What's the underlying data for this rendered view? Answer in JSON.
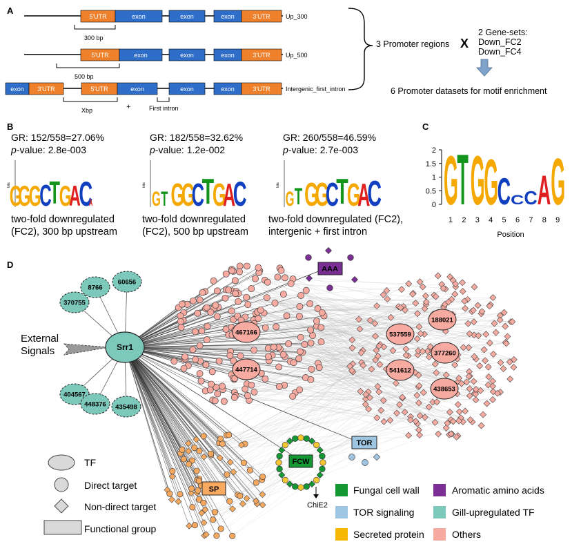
{
  "panel_labels": {
    "a": "A",
    "b": "B",
    "c": "C",
    "d": "D"
  },
  "panel_a": {
    "rows": [
      {
        "name": "Up_300",
        "segments": [
          "5'UTR",
          "exon",
          "exon",
          "exon",
          "3'UTR"
        ],
        "bracket_label": "300 bp"
      },
      {
        "name": "Up_500",
        "segments": [
          "5'UTR",
          "exon",
          "exon",
          "exon",
          "3'UTR"
        ],
        "bracket_label": "500 bp"
      },
      {
        "name": "Intergenic_first_intron",
        "segments": [
          "exon",
          "3'UTR",
          "5'UTR",
          "exon",
          "exon",
          "exon",
          "3'UTR"
        ],
        "bracket_label": "Xbp",
        "plus": "+",
        "intron_label": "First intron"
      }
    ],
    "promoter_regions": "3 Promoter regions",
    "cross": "X",
    "gene_sets_title": "2 Gene-sets:",
    "gene_sets": [
      "Down_FC2",
      "Down_FC4"
    ],
    "result": "6 Promoter datasets for motif enrichment",
    "colors": {
      "utr": "#f0812c",
      "exon": "#2f6ec8"
    }
  },
  "panel_b": {
    "motifs": [
      {
        "gr": "GR: 152/558=27.06%",
        "p_prefix": "p",
        "p_value": "-value: 2.8e-003",
        "caption_1": "two-fold downregulated",
        "caption_2": "(FC2), 300 bp upstream",
        "axis_label": "bits"
      },
      {
        "gr": "GR: 182/558=32.62%",
        "p_prefix": "p",
        "p_value": "-value: 1.2e-002",
        "caption_1": "two-fold downregulated",
        "caption_2": "(FC2), 500 bp upstream",
        "axis_label": "bits"
      },
      {
        "gr": "GR: 260/558=46.59%",
        "p_prefix": "p",
        "p_value": "-value: 2.7e-003",
        "caption_1": "two-fold downregulated (FC2),",
        "caption_2": "intergenic + first intron",
        "axis_label": "bits"
      }
    ]
  },
  "chart_data": {
    "type": "sequence-logo",
    "xlabel": "Position",
    "ylim": [
      0,
      2
    ],
    "yticks": [
      "0",
      "0.5",
      "1",
      "1.5",
      "2"
    ],
    "positions": [
      "1",
      "2",
      "3",
      "4",
      "5",
      "6",
      "7",
      "8",
      "9"
    ],
    "letters": [
      {
        "letter": "G",
        "bits": 1.85
      },
      {
        "letter": "T",
        "bits": 1.9
      },
      {
        "letter": "G",
        "bits": 1.85
      },
      {
        "letter": "G",
        "bits": 1.7
      },
      {
        "letter": "C",
        "bits": 1.0
      },
      {
        "letter": "C",
        "bits": 0.35
      },
      {
        "letter": "C",
        "bits": 0.5
      },
      {
        "letter": "A",
        "bits": 1.1
      },
      {
        "letter": "G",
        "bits": 1.75
      }
    ],
    "colors": {
      "A": "#e02020",
      "C": "#1040c0",
      "G": "#f5a800",
      "T": "#13951b"
    }
  },
  "panel_d": {
    "hub": "Srr1",
    "external": [
      "External",
      "Signals"
    ],
    "tfs": [
      "370755",
      "8766",
      "60656",
      "404567",
      "448376",
      "435498"
    ],
    "direct_highlight": [
      "467166",
      "447714"
    ],
    "nondirect_highlight": [
      "537559",
      "188021",
      "377260",
      "541612",
      "438653"
    ],
    "groups": {
      "aaa": "AAA",
      "tor": "TOR",
      "fcw": "FCW",
      "sp": "SP"
    },
    "chie2": "ChiE2",
    "shape_legend": [
      "TF",
      "Direct target",
      "Non-direct target",
      "Functional group"
    ],
    "color_legend": [
      {
        "label": "Fungal cell wall",
        "color": "#139834"
      },
      {
        "label": "Aromatic amino acids",
        "color": "#7b2f95"
      },
      {
        "label": "TOR signaling",
        "color": "#9ec6e2"
      },
      {
        "label": "Gill-upregulated TF",
        "color": "#7cc8bb"
      },
      {
        "label": "Secreted protein",
        "color": "#f6b800"
      },
      {
        "label": "Others",
        "color": "#f6aaa0"
      }
    ]
  }
}
